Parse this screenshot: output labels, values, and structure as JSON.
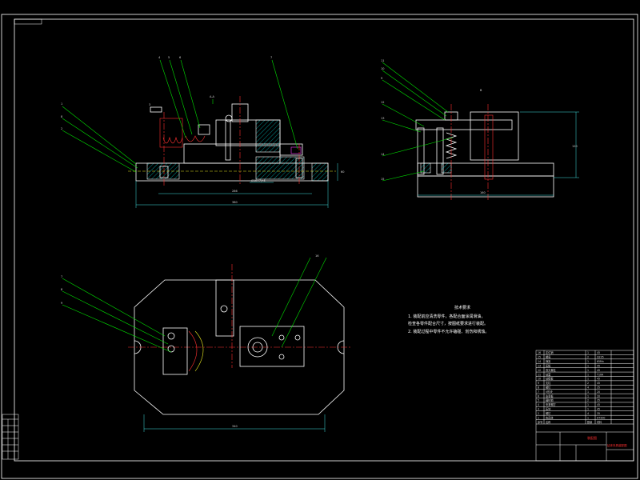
{
  "notes": {
    "title": "技术要求",
    "lines": [
      "1. 装配前应清洗零件，各配合面涂润滑油，",
      "   检查各零件配合尺寸，按图纸要求进行装配。",
      "2. 装配过程中零件不允许磕碰、划伤和锈蚀。"
    ]
  },
  "view_labels": {
    "section_a": "A-A",
    "section_b": "B"
  },
  "dimensions": {
    "front_width": "380",
    "front_width_inner": "286",
    "front_height": "60",
    "side_width": "160",
    "side_height": "120",
    "plan_width": "340",
    "tolerance": "Ø25H7/n6"
  },
  "balloons": {
    "front": [
      "4",
      "5",
      "6",
      "7",
      "8",
      "1",
      "2",
      "3"
    ],
    "side": [
      "11",
      "10",
      "9",
      "12",
      "13",
      "14",
      "15"
    ],
    "plan": [
      "7",
      "8",
      "9",
      "16"
    ]
  },
  "title_block": {
    "drawing_name": "钻床夹具装配图",
    "red_stamp": "装配图",
    "bom_rows": [
      [
        "16",
        "定位销",
        "1",
        "45"
      ],
      [
        "15",
        "螺母",
        "2",
        "Q235"
      ],
      [
        "14",
        "弹簧",
        "1",
        "65Mn"
      ],
      [
        "13",
        "压板",
        "1",
        "45"
      ],
      [
        "12",
        "双头螺柱",
        "1",
        "45"
      ],
      [
        "11",
        "钻套",
        "1",
        "T10A"
      ],
      [
        "10",
        "钻模板",
        "1",
        "45"
      ],
      [
        "9",
        "支柱",
        "2",
        "45"
      ],
      [
        "8",
        "螺钉",
        "4",
        "35"
      ],
      [
        "7",
        "V形块",
        "1",
        "20"
      ],
      [
        "6",
        "支承板",
        "1",
        "20"
      ],
      [
        "5",
        "圆柱销",
        "2",
        "35"
      ],
      [
        "4",
        "夹紧螺钉",
        "1",
        "45"
      ],
      [
        "3",
        "压块",
        "1",
        "45"
      ],
      [
        "2",
        "螺钉",
        "4",
        "35"
      ],
      [
        "1",
        "夹具体",
        "1",
        "HT200"
      ]
    ],
    "header": [
      "序号",
      "名称",
      "数量",
      "材料"
    ]
  },
  "colors": {
    "outline": "#ffffff",
    "leader": "#00e000",
    "center": "#ff3030",
    "hidden": "#e8e820",
    "dim": "#40e0e0"
  }
}
